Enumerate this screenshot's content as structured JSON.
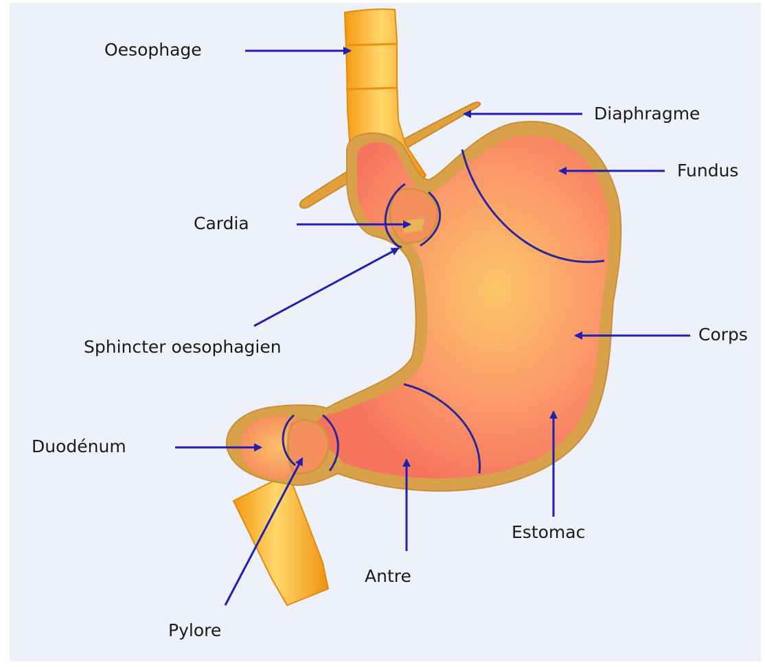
{
  "labels": {
    "oesophage": "Oesophage",
    "diaphragme": "Diaphragme",
    "fundus": "Fundus",
    "cardia": "Cardia",
    "sphincter": "Sphincter oesophagien",
    "corps": "Corps",
    "duodenum": "Duodénum",
    "antre": "Antre",
    "estomac": "Estomac",
    "pylore": "Pylore"
  },
  "colors": {
    "background": "#eef1f9",
    "arrow": "#1f1fb4",
    "stomach_fill": "#f9845e",
    "stomach_wall": "#d9a24a",
    "esophagus": "#f5a623",
    "region_line": "#27279a"
  }
}
